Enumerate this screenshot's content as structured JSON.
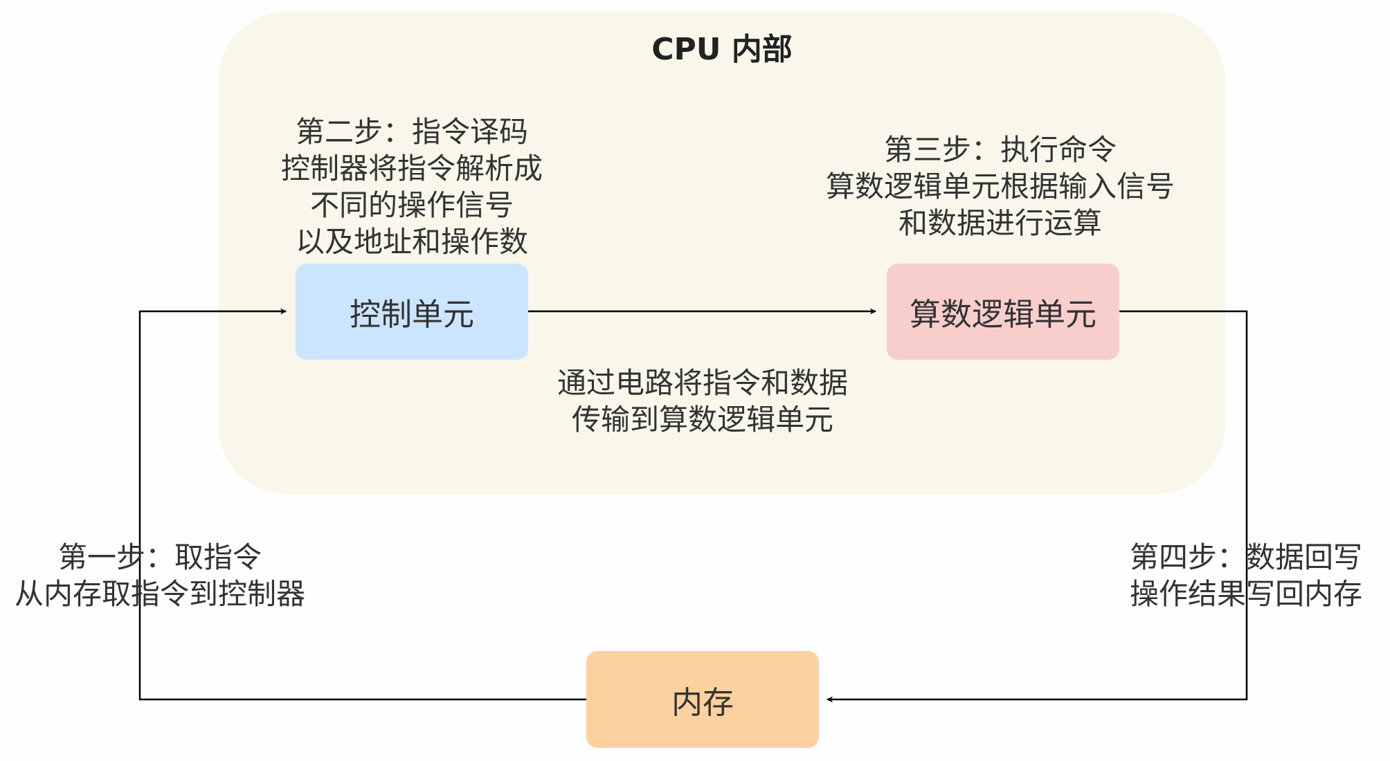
{
  "cpu_title": "CPU 内部",
  "nodes": {
    "control_unit": "控制单元",
    "alu": "算数逻辑单元",
    "memory": "内存"
  },
  "steps": {
    "decode": [
      "第二步：指令译码",
      "控制器将指令解析成",
      "不同的操作信号",
      "以及地址和操作数"
    ],
    "execute": [
      "第三步：执行命令",
      "算数逻辑单元根据输入信号",
      "和数据进行运算"
    ],
    "transfer": [
      "通过电路将指令和数据",
      "传输到算数逻辑单元"
    ],
    "fetch": [
      "第一步：取指令",
      "从内存取指令到控制器"
    ],
    "writeback": [
      "第四步：数据回写",
      "操作结果写回内存"
    ]
  },
  "colors": {
    "cpu_background": "#f9f7ea",
    "control_unit": "#cce5ff",
    "alu": "#f8cecc",
    "memory": "#fdd19f",
    "line": "#000000"
  }
}
